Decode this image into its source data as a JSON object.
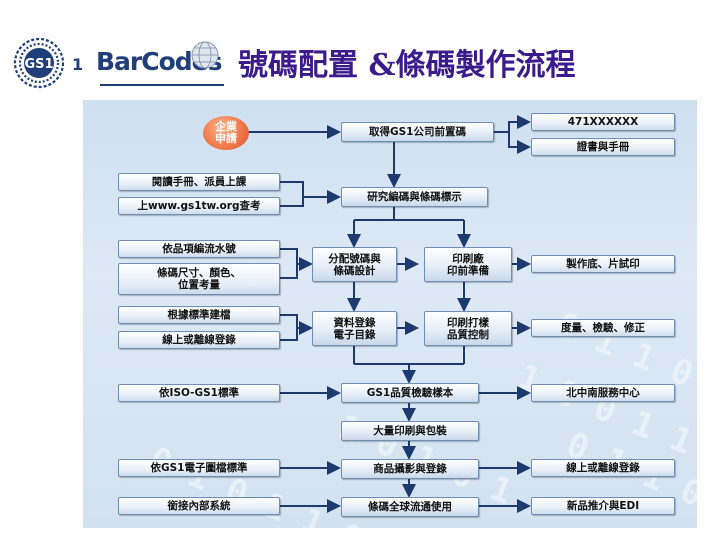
{
  "header": {
    "logo_gs1_text": "GS1",
    "brand_word": "BarCodes",
    "title": "號碼配置 &條碼製作流程"
  },
  "colors": {
    "title": "#3b1a8c",
    "brand": "#1f3e7a",
    "panel_bg": "#d6e4f2",
    "start_node": "#f07a4a",
    "connector": "#1d3a6e"
  },
  "flowchart": {
    "start": "企業\n申請",
    "main": [
      "取得GS1公司前置碼",
      "研究編碼與條碼標示",
      "分配號碼與\n條碼設計",
      "印刷廠\n印前準備",
      "資料登錄\n電子目錄",
      "印刷打樣\n品質控制",
      "GS1品質檢驗樣本",
      "大量印刷與包裝",
      "商品攝影與登錄",
      "條碼全球流通使用"
    ],
    "left": [
      "閱讀手冊、派員上課",
      "上www.gs1tw.org查考",
      "依品項編流水號",
      "條碼尺寸、顏色、\n位置考量",
      "根據標準建檔",
      "線上或離線登錄",
      "依ISO-GS1標準",
      "依GS1電子圖檔標準",
      "銜接內部系統"
    ],
    "right": [
      "471XXXXXX",
      "證書與手冊",
      "製作底、片試印",
      "度量、檢驗、修正",
      "北中南服務中心",
      "線上或離線登錄",
      "新品推介與EDI"
    ]
  }
}
